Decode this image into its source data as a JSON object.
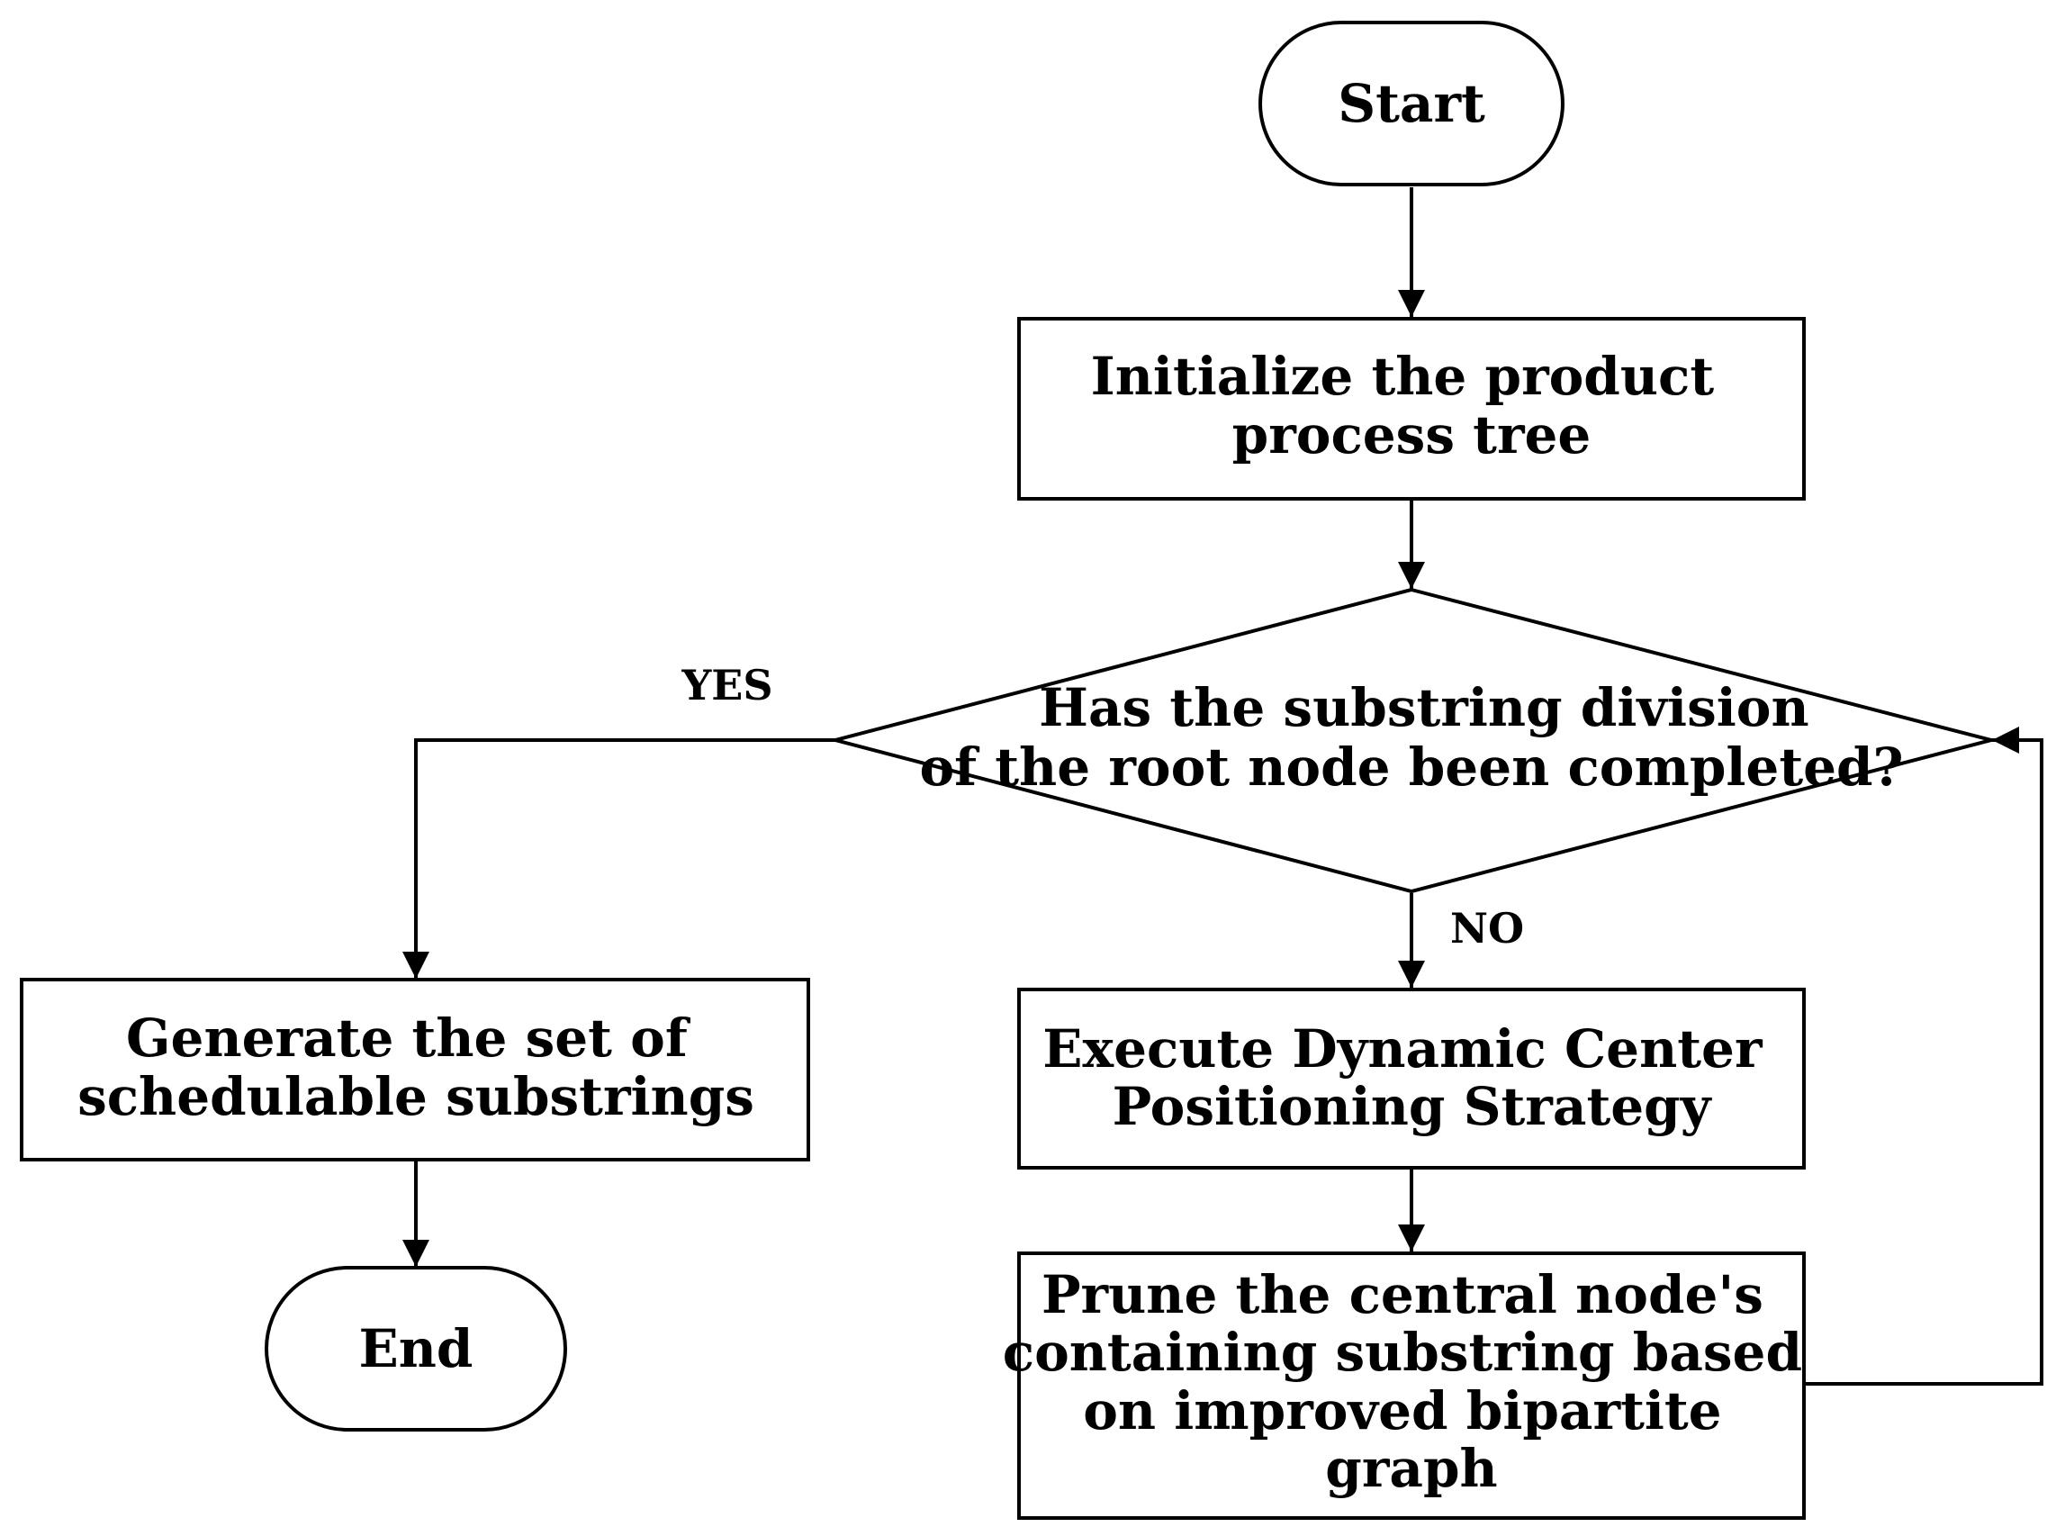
{
  "nodes": {
    "start": {
      "label": "Start"
    },
    "init": {
      "lines": [
        "Initialize the product",
        "process tree"
      ]
    },
    "decision": {
      "lines": [
        "Has the substring division",
        "of the root node been completed?"
      ]
    },
    "generate": {
      "lines": [
        "Generate the set of",
        "schedulable substrings"
      ]
    },
    "end": {
      "label": "End"
    },
    "execute": {
      "lines": [
        "Execute Dynamic Center",
        "Positioning Strategy"
      ]
    },
    "prune": {
      "lines": [
        "Prune the central node's",
        "containing substring based",
        "on improved bipartite",
        "graph"
      ]
    }
  },
  "edge_labels": {
    "yes": "YES",
    "no": "NO"
  },
  "colors": {
    "stroke": "#000000",
    "fill": "#ffffff",
    "text": "#000000"
  }
}
